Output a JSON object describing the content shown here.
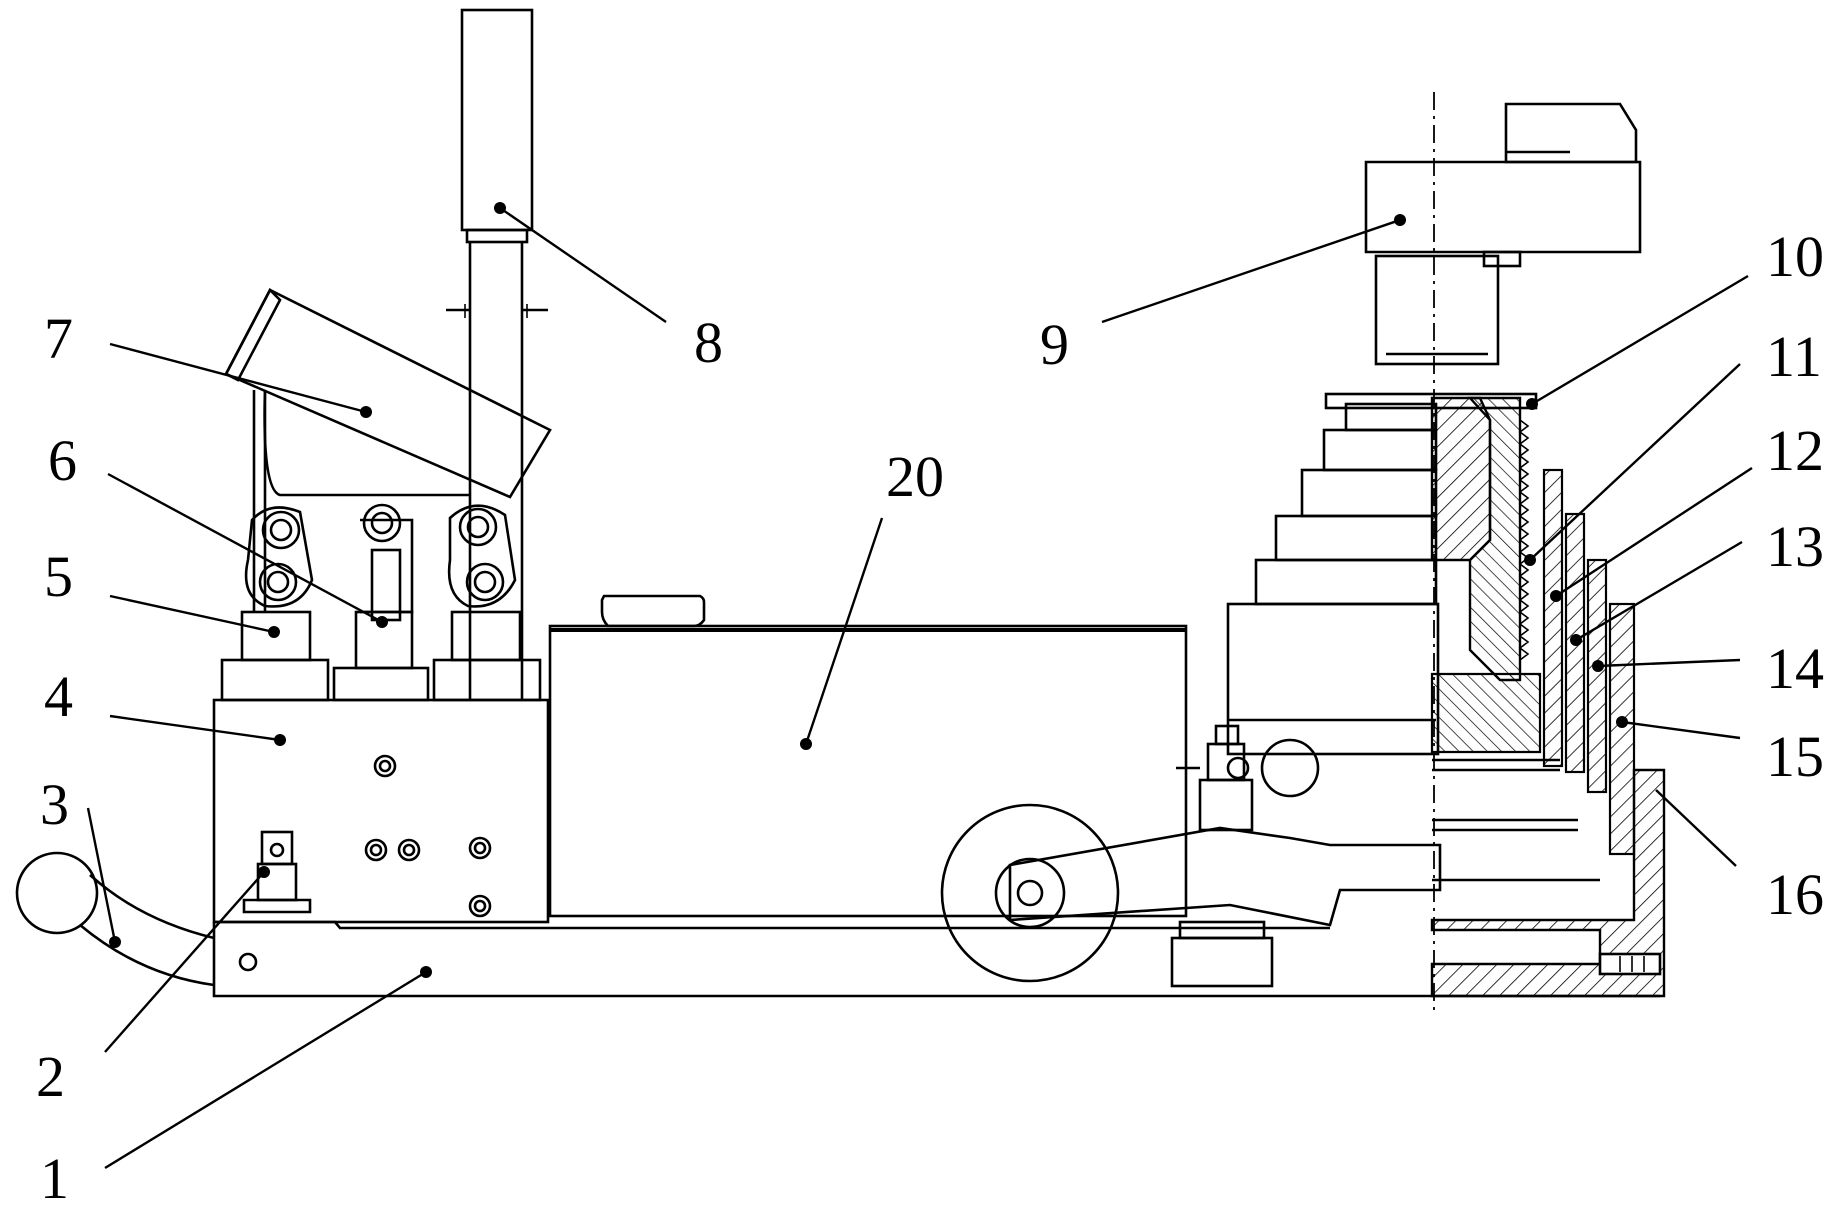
{
  "labels": [
    {
      "id": "1",
      "text": "1"
    },
    {
      "id": "2",
      "text": "2"
    },
    {
      "id": "3",
      "text": "3"
    },
    {
      "id": "4",
      "text": "4"
    },
    {
      "id": "5",
      "text": "5"
    },
    {
      "id": "6",
      "text": "6"
    },
    {
      "id": "7",
      "text": "7"
    },
    {
      "id": "8",
      "text": "8"
    },
    {
      "id": "9",
      "text": "9"
    },
    {
      "id": "10",
      "text": "10"
    },
    {
      "id": "11",
      "text": "11"
    },
    {
      "id": "12",
      "text": "12"
    },
    {
      "id": "13",
      "text": "13"
    },
    {
      "id": "14",
      "text": "14"
    },
    {
      "id": "15",
      "text": "15"
    },
    {
      "id": "16",
      "text": "16"
    },
    {
      "id": "20",
      "text": "20"
    }
  ],
  "colors": {
    "line": "#000000",
    "background": "#ffffff"
  }
}
